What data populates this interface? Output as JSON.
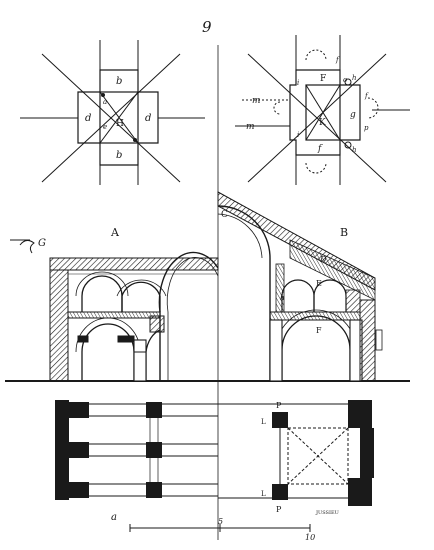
{
  "figure_number": "9",
  "plan_left": {
    "labels": {
      "top": "b",
      "bottom": "b",
      "left": "d",
      "right": "d",
      "center": "H",
      "corner_a": "a",
      "corner_e": "e"
    }
  },
  "plan_right": {
    "labels": {
      "top": "F",
      "bottom": "f",
      "right": "g",
      "center": "K",
      "corner_h_top": "h",
      "corner_h_bottom": "h",
      "corner_o": "o",
      "corner_i_top": "i",
      "corner_i_bottom": "i",
      "small_f": "f",
      "small_f2": "f",
      "m_top": "m",
      "m_bottom": "m",
      "side_p": "p"
    }
  },
  "section_left": {
    "label": "A",
    "marker": "G"
  },
  "section_right": {
    "label": "B",
    "marker_c": "C",
    "label_d": "D",
    "label_e": "E",
    "label_f": "F",
    "label_h": "h"
  },
  "ground_plan": {
    "label_p_top": "P",
    "label_p_bottom": "P",
    "label_l_top": "L",
    "label_l_bottom": "L",
    "label_a": "a",
    "scale_start": "5",
    "scale_end": "10",
    "engraver": "JUSSIEU"
  }
}
